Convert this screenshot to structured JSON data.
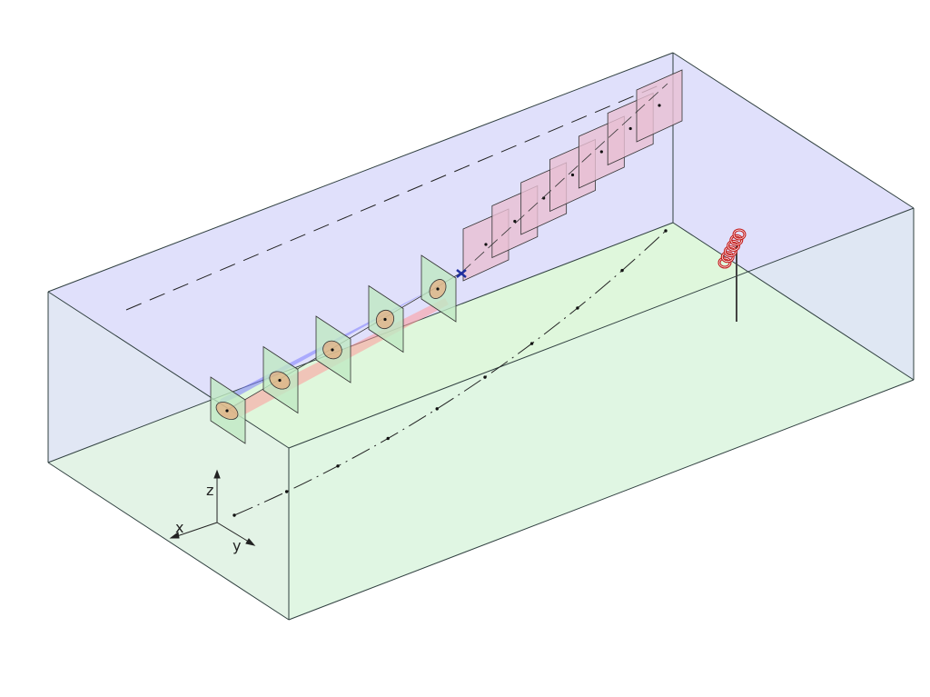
{
  "diagram": {
    "axes": {
      "x_label": "x",
      "y_label": "y",
      "z_label": "z"
    },
    "colors": {
      "wall_fill": "#dcdcfa",
      "floor_fill": "#dff7dc",
      "box_edge": "#2f3f3f",
      "plane_green": "#bfe8c3",
      "plane_pink": "#e9bfd3",
      "beam_blue": "#7f7fff",
      "beam_red": "#ff9b9b",
      "disk_orange": "#f19a68",
      "marker_blue": "#1f2f9f",
      "spiral_red": "#c41e1e"
    },
    "green_plane_count": 5,
    "pink_plane_count": 7,
    "floor_dots": 10
  }
}
